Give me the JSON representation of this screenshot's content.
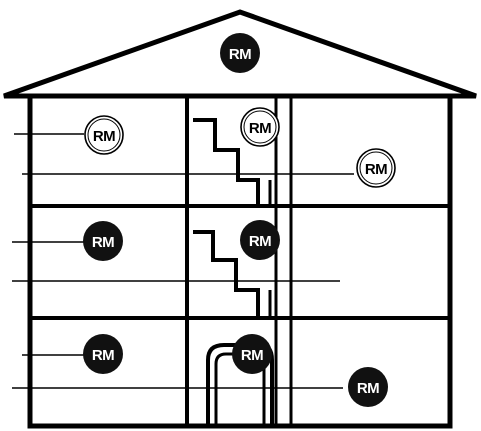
{
  "label": "RM",
  "markers": [
    {
      "id": "attic",
      "style": "filled"
    },
    {
      "id": "floor1-left",
      "style": "outline"
    },
    {
      "id": "floor1-stair",
      "style": "outline"
    },
    {
      "id": "floor1-right",
      "style": "outline"
    },
    {
      "id": "floor2-left",
      "style": "filled"
    },
    {
      "id": "floor2-stair",
      "style": "filled"
    },
    {
      "id": "floor3-left",
      "style": "filled"
    },
    {
      "id": "floor3-stair",
      "style": "filled"
    },
    {
      "id": "floor3-right",
      "style": "filled"
    }
  ],
  "colors": {
    "line": "#000000",
    "background": "#ffffff",
    "filled_marker": "#111111",
    "filled_text": "#ffffff",
    "outline_text": "#000000"
  }
}
